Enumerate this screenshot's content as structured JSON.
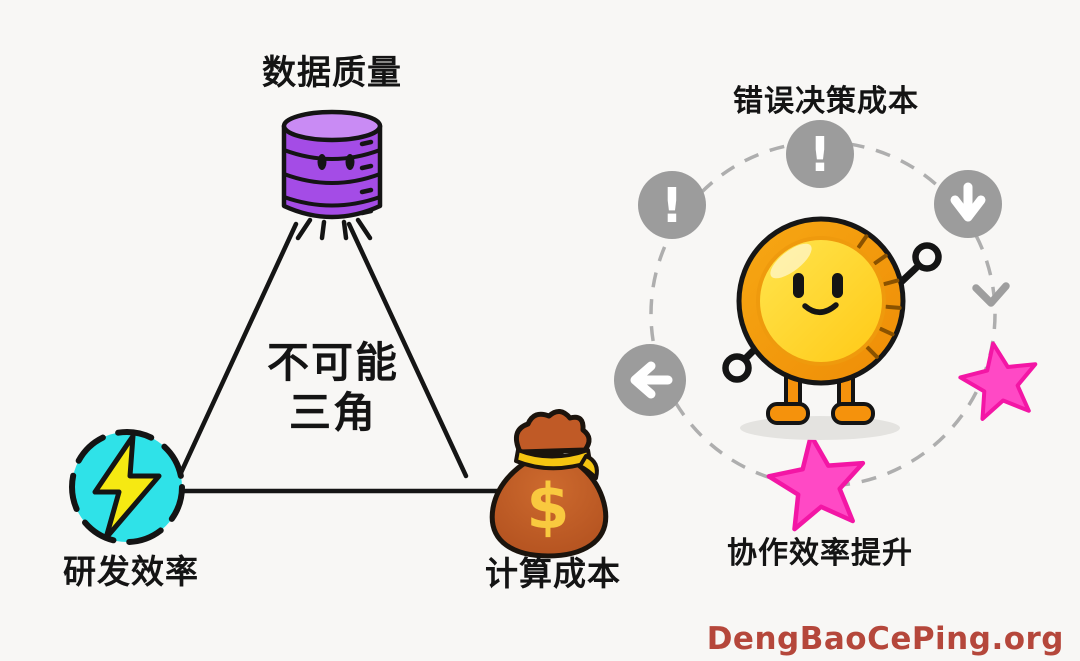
{
  "page": {
    "background": "#f8f7f5",
    "watermark": "DengBaoCePing.org",
    "watermark_color": "#b5473b"
  },
  "triangle_diagram": {
    "center_title_line1": "不可能",
    "center_title_line2": "三角",
    "top_vertex_label": "数据质量",
    "bottom_left_vertex_label": "研发效率",
    "bottom_right_vertex_label": "计算成本",
    "dollar_glyph": "$",
    "icons": {
      "top": "database-icon",
      "bottom_left": "lightning-icon",
      "bottom_right": "money-bag-icon"
    },
    "colors": {
      "database_body": "#a44ce6",
      "database_top": "#c98bf4",
      "lightning_circle": "#2fe2e8",
      "lightning_bolt": "#f6e912",
      "bag_body": "#c05a26",
      "bag_tie": "#f5c511",
      "dollar": "#f9c93f",
      "outline": "#141414"
    }
  },
  "cycle_diagram": {
    "top_label": "错误决策成本",
    "bottom_label": "协作效率提升",
    "alert_glyph": "!",
    "icons": [
      "alert-icon",
      "alert-icon",
      "down-arrow-icon",
      "left-arrow-icon",
      "chevron-down-icon",
      "star-icon",
      "star-icon",
      "coin-character"
    ],
    "colors": {
      "badge": "#9c9c9c",
      "ring": "#aeaeae",
      "star_fill": "#ff49c5",
      "star_stroke": "#f316a5",
      "coin_rim": "#f29d0e",
      "coin_face": "#ffd62b",
      "limb_orange": "#f5920c"
    }
  }
}
